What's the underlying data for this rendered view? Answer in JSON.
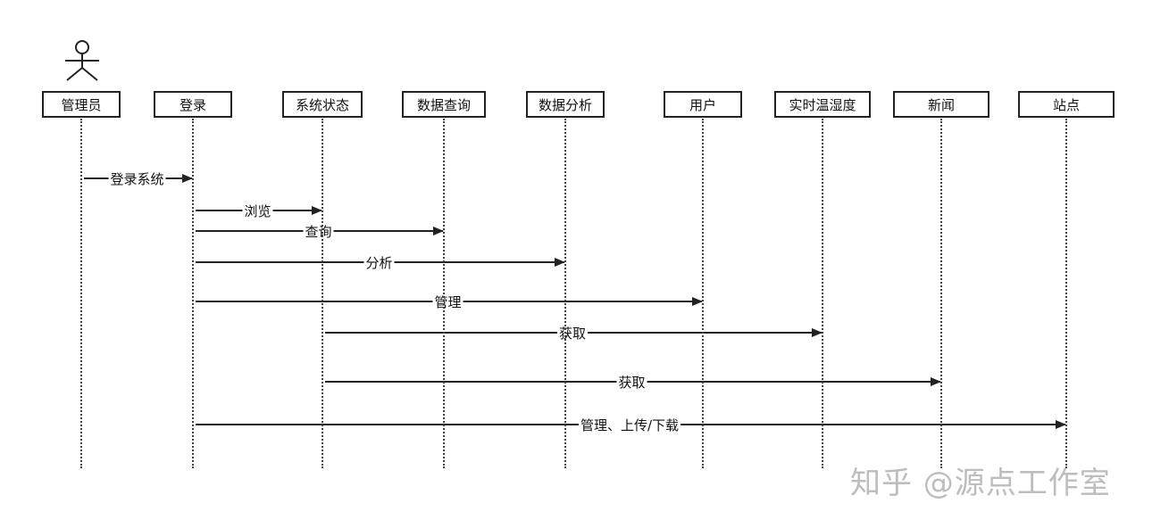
{
  "actor_figure": {
    "icon": "stick-figure-icon"
  },
  "lifelines": [
    {
      "name": "管理员"
    },
    {
      "name": "登录"
    },
    {
      "name": "系统状态"
    },
    {
      "name": "数据查询"
    },
    {
      "name": "数据分析"
    },
    {
      "name": "用户"
    },
    {
      "name": "实时温湿度"
    },
    {
      "name": "新闻"
    },
    {
      "name": "站点"
    }
  ],
  "messages": [
    {
      "from": "管理员",
      "to": "登录",
      "label": "登录系统"
    },
    {
      "from": "登录",
      "to": "系统状态",
      "label": "浏览"
    },
    {
      "from": "登录",
      "to": "数据查询",
      "label": "查询"
    },
    {
      "from": "登录",
      "to": "数据分析",
      "label": "分析"
    },
    {
      "from": "登录",
      "to": "用户",
      "label": "管理"
    },
    {
      "from": "系统状态",
      "to": "实时温湿度",
      "label": "获取"
    },
    {
      "from": "系统状态",
      "to": "新闻",
      "label": "获取"
    },
    {
      "from": "登录",
      "to": "站点",
      "label": "管理、上传/下载"
    }
  ],
  "watermark": "知乎 @源点工作室"
}
